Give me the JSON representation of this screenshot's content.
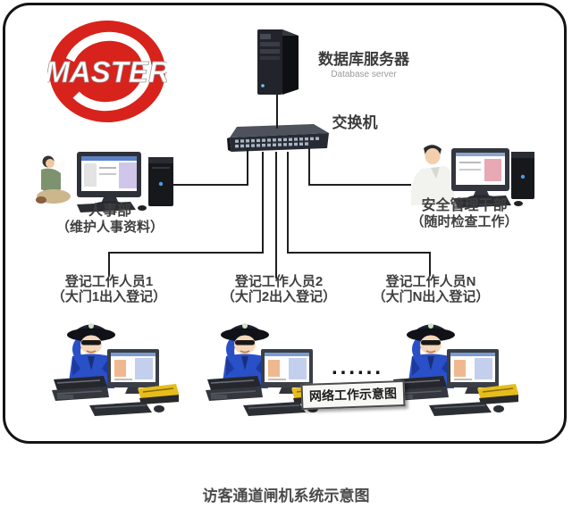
{
  "logo": {
    "text": "MASTER",
    "bg_color": "#d8221c"
  },
  "server": {
    "label": "数据库服务器",
    "sublabel": "Database server"
  },
  "switch_device": {
    "label": "交换机"
  },
  "hr_station": {
    "title": "人事部",
    "subtitle": "（维护人事资料）"
  },
  "security_station": {
    "title": "安全管理干部",
    "subtitle": "（随时检查工作）"
  },
  "registration_stations": [
    {
      "title": "登记工作人员1",
      "subtitle": "（大门1出入登记）"
    },
    {
      "title": "登记工作人员2",
      "subtitle": "（大门2出入登记）"
    },
    {
      "title": "登记工作人员N",
      "subtitle": "（大门N出入登记）"
    }
  ],
  "ellipsis": "......",
  "network_tag": "网络工作示意图",
  "caption": "访客通道闸机系统示意图",
  "colors": {
    "logo_red": "#d8221c",
    "cable": "#1f1f1f",
    "label_text": "#3f3f3f"
  }
}
